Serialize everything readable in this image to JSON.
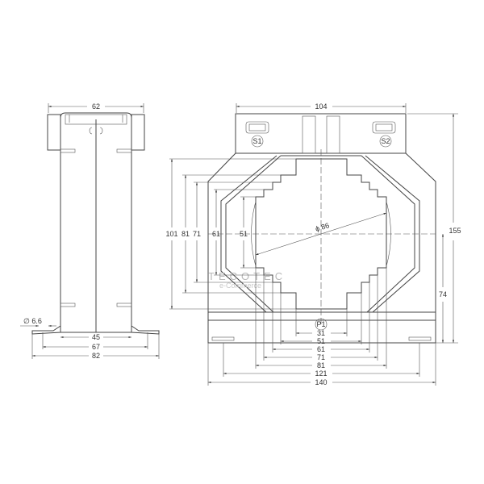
{
  "side_view": {
    "width_top": "62",
    "width_body": "45",
    "width_holes": "67",
    "width_total": "82",
    "hole_diameter": "∅ 6.6"
  },
  "front_view": {
    "width_top": "104",
    "height_total": "155",
    "height_center": "74",
    "terminal_s1": "S1",
    "terminal_s2": "S2",
    "terminal_p1": "P1",
    "diameter": "ϕ 86",
    "vertical_dims": [
      "101",
      "81",
      "71",
      "61",
      "51"
    ],
    "horizontal_dims": [
      "31",
      "51",
      "61",
      "71",
      "81",
      "121",
      "140"
    ]
  },
  "watermark": {
    "brand": "TECOTEC",
    "sub": "e-Commerce"
  }
}
